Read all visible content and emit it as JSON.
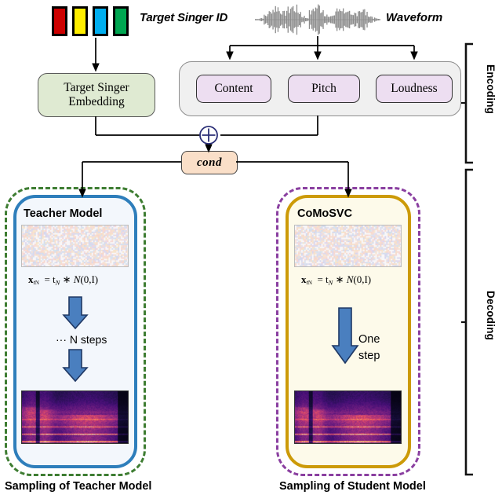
{
  "title": "CoMoSVC teacher-student sampling pipeline diagram",
  "top": {
    "singer_id_label": "Target Singer ID",
    "waveform_label": "Waveform",
    "swatch_colors": [
      "#cc0000",
      "#ffee00",
      "#00aeef",
      "#00a651"
    ],
    "waveform_color": "#8c8c8c"
  },
  "encoding": {
    "embedding_line1": "Target Singer",
    "embedding_line2": "Embedding",
    "embedding_fill": "#dfead2",
    "container_fill": "#f0f0f0",
    "items": [
      {
        "label": "Content"
      },
      {
        "label": "Pitch"
      },
      {
        "label": "Loudness"
      }
    ],
    "item_fill": "#eddef1",
    "bracket_label": "Encoding"
  },
  "cond": {
    "label": "cond",
    "fill": "#fadfc8",
    "plus_symbol": "+",
    "plus_color": "#2b2f77"
  },
  "decoding": {
    "bracket_label": "Decoding"
  },
  "teacher": {
    "title": "Teacher Model",
    "equation": "x_{t_N} = t_N * N(0,I)",
    "equation_parts": {
      "x": "x",
      "sub_x": "t",
      "sub_x_sub": "N",
      "eq": "=",
      "t": "t",
      "t_sub": "N",
      "star": "*",
      "dist": "N(0,I)"
    },
    "steps_label": "···  N steps",
    "caption": "Sampling of Teacher Model",
    "panel_border": "#2e7ebb",
    "panel_fill": "#f3f7fc",
    "dash_border": "#3e7d32",
    "arrow_fill": "#4a7fbf",
    "arrow_stroke": "#1f3864"
  },
  "student": {
    "title": "CoMoSVC",
    "equation": "x_{t_N} = t_N * N(0,I)",
    "step_line1": "One",
    "step_line2": "step",
    "caption": "Sampling of Student Model",
    "panel_border": "#cc9a08",
    "panel_fill": "#fdfaea",
    "dash_border": "#8a3fa0",
    "arrow_fill": "#4a7fbf",
    "arrow_stroke": "#1f3864"
  }
}
